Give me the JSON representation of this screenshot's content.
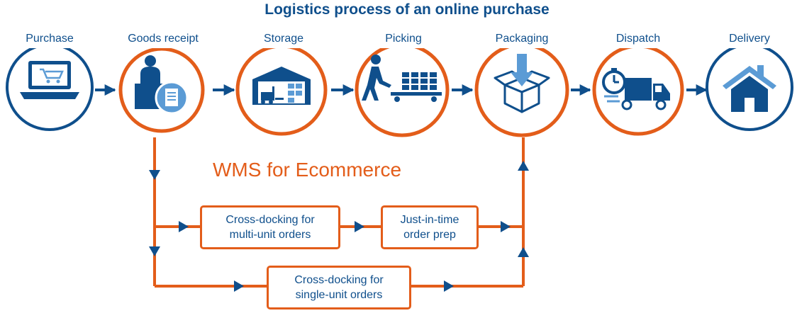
{
  "title": "Logistics process of an online purchase",
  "stages": [
    {
      "label": "Purchase",
      "icon": "laptop-cart-icon"
    },
    {
      "label": "Goods receipt",
      "icon": "receptionist-document-icon"
    },
    {
      "label": "Storage",
      "icon": "warehouse-forklift-icon"
    },
    {
      "label": "Picking",
      "icon": "worker-pallet-icon"
    },
    {
      "label": "Packaging",
      "icon": "box-arrow-icon"
    },
    {
      "label": "Dispatch",
      "icon": "delivery-truck-clock-icon"
    },
    {
      "label": "Delivery",
      "icon": "house-icon"
    }
  ],
  "wms": {
    "title": "WMS for Ecommerce",
    "boxes": {
      "multi": "Cross-docking for\nmulti-unit orders",
      "jit": "Just-in-time\norder prep",
      "single": "Cross-docking for\nsingle-unit orders"
    }
  },
  "colors": {
    "blue": "#0f4f8c",
    "orange": "#e35d1a",
    "icon_bg": "#5b9bd5"
  }
}
